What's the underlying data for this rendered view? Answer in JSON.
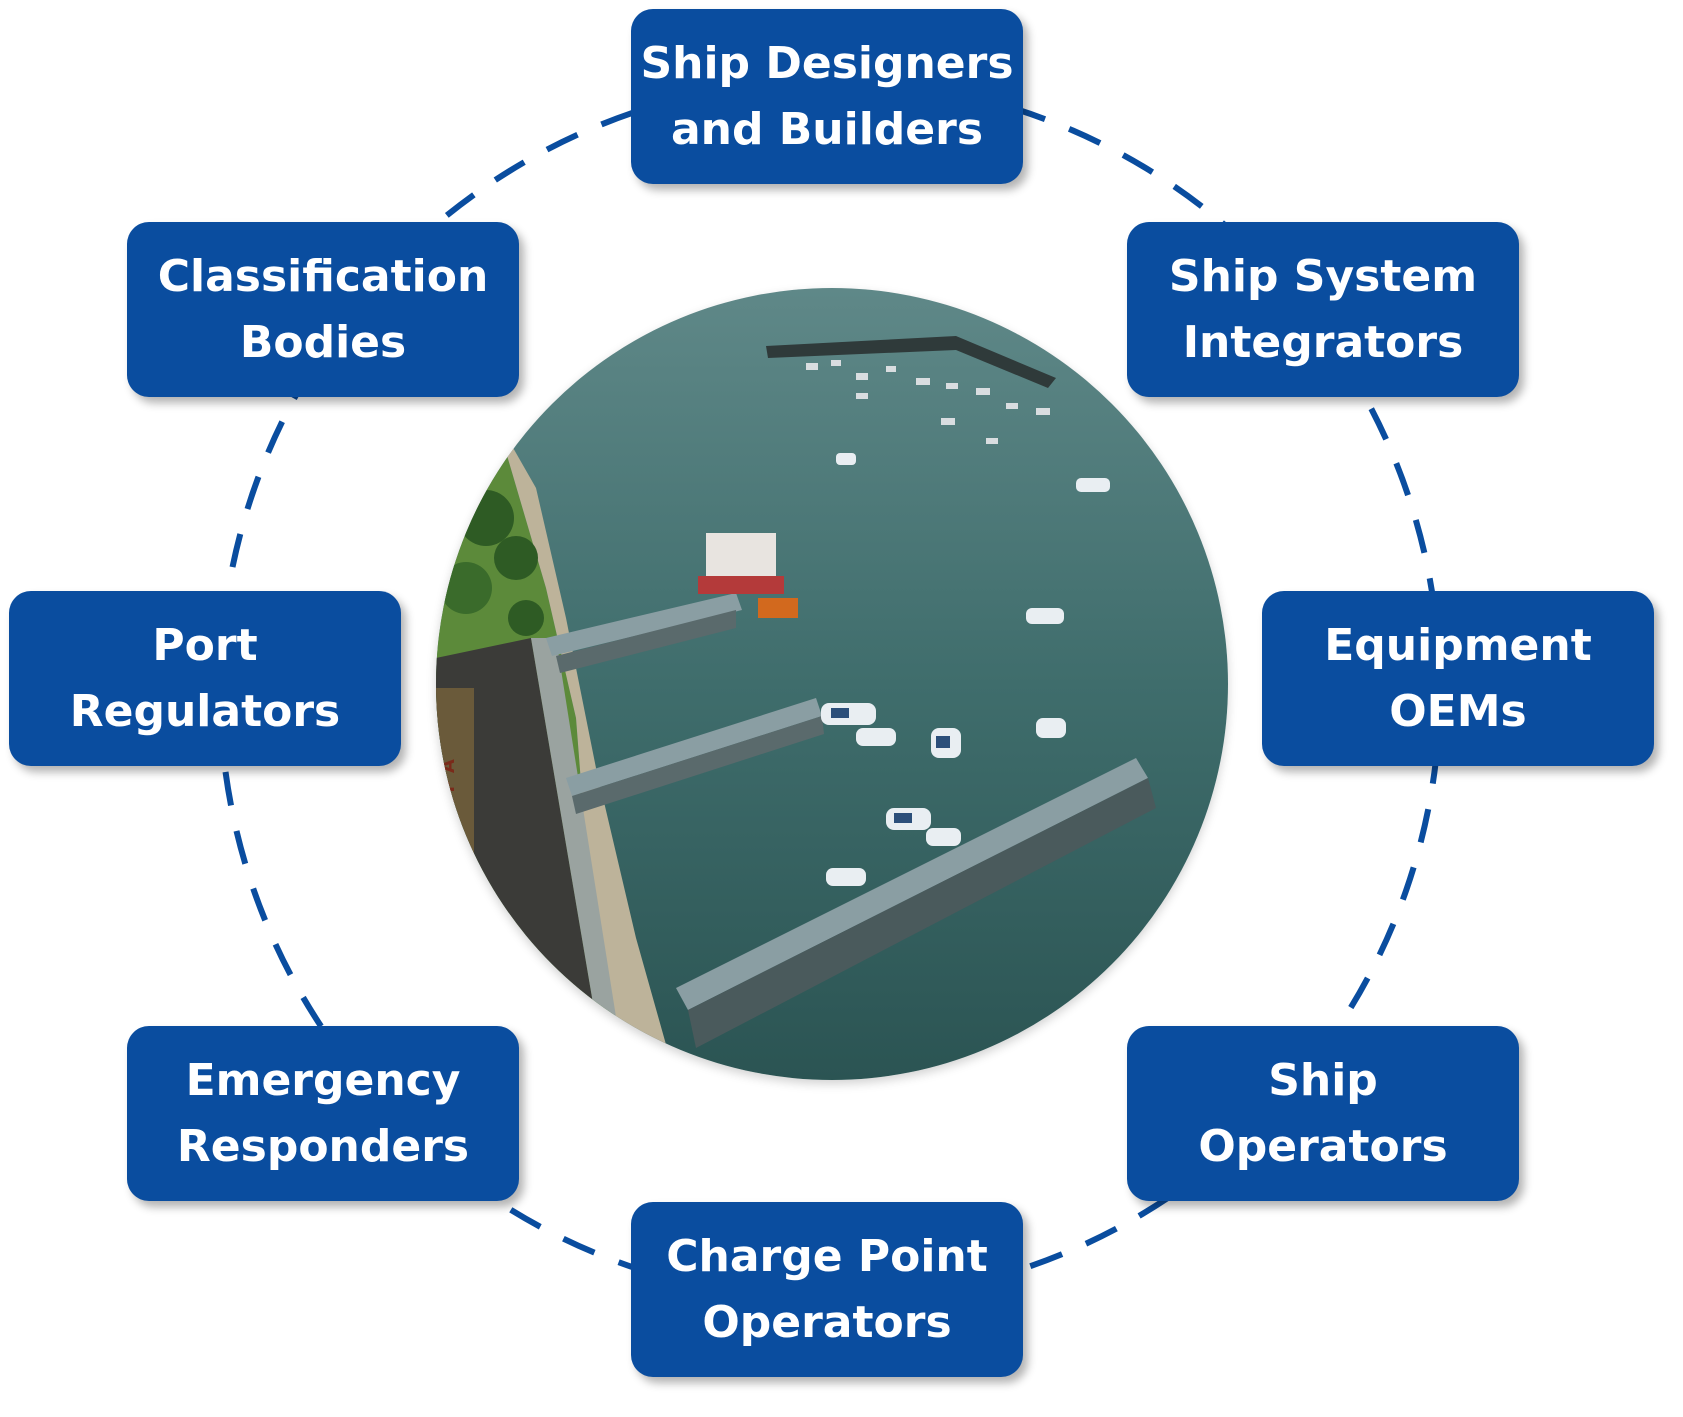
{
  "colors": {
    "box_fill": "#0a4d9f",
    "box_text": "#ffffff",
    "ring": "#0a4d9f"
  },
  "stakeholders": [
    {
      "label": "Ship Designers\nand Builders"
    },
    {
      "label": "Ship System\nIntegrators"
    },
    {
      "label": "Equipment\nOEMs"
    },
    {
      "label": "Ship\nOperators"
    },
    {
      "label": "Charge Point\nOperators"
    },
    {
      "label": "Emergency\nResponders"
    },
    {
      "label": "Port\nRegulators"
    },
    {
      "label": "Classification\nBodies"
    }
  ],
  "photo": {
    "wall_lettering": "M P A"
  }
}
